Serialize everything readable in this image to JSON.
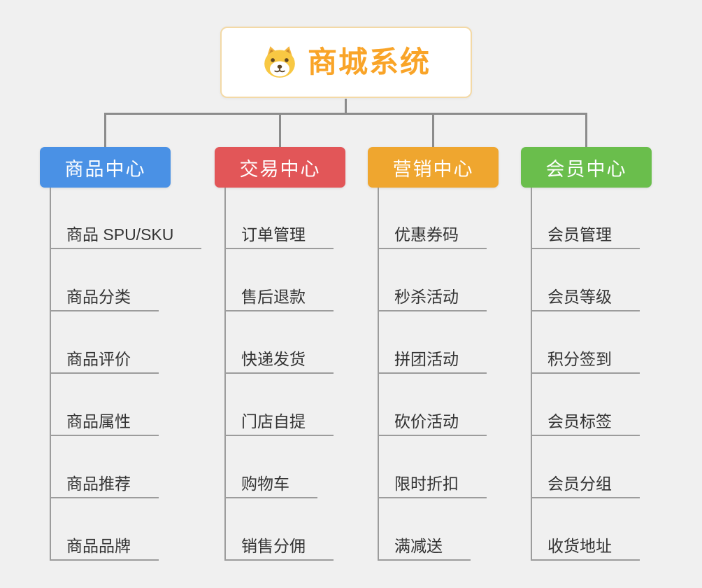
{
  "canvas": {
    "background": "#F0F0F0",
    "connector_color": "#8C8C8C"
  },
  "root": {
    "title": "商城系统",
    "icon": "shiba-dog-icon",
    "title_color": "#F9A428",
    "border_color": "#F3D9A6",
    "background": "#FFFFFF"
  },
  "branches": [
    {
      "label": "商品中心",
      "color": "#4A91E5",
      "children": [
        "商品 SPU/SKU",
        "商品分类",
        "商品评价",
        "商品属性",
        "商品推荐",
        "商品品牌"
      ]
    },
    {
      "label": "交易中心",
      "color": "#E25658",
      "children": [
        "订单管理",
        "售后退款",
        "快递发货",
        "门店自提",
        "购物车",
        "销售分佣"
      ]
    },
    {
      "label": "营销中心",
      "color": "#EFA62F",
      "children": [
        "优惠券码",
        "秒杀活动",
        "拼团活动",
        "砍价活动",
        "限时折扣",
        "满减送"
      ]
    },
    {
      "label": "会员中心",
      "color": "#6ABE4C",
      "children": [
        "会员管理",
        "会员等级",
        "积分签到",
        "会员标签",
        "会员分组",
        "收货地址"
      ]
    }
  ]
}
